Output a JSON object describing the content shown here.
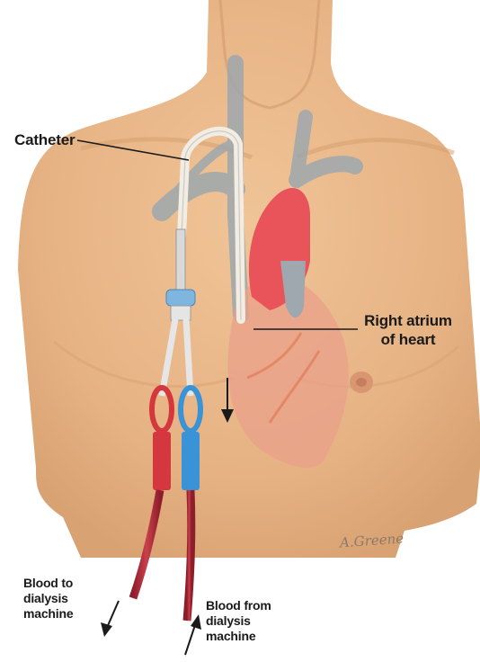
{
  "labels": {
    "catheter": "Catheter",
    "right_atrium": [
      "Right atrium",
      "of heart"
    ],
    "blood_to": [
      "Blood to",
      "dialysis",
      "machine"
    ],
    "blood_from": [
      "Blood from",
      "dialysis",
      "machine"
    ]
  },
  "signature": "A.Greene",
  "colors": {
    "skin": "#eab98a",
    "skin_shadow": "#d9a272",
    "vein": "#9ea8ae",
    "heart": "#e8545a",
    "heart_faded": "#e9a08a",
    "arterial_line": "#d4373d",
    "venous_line": "#3a93d6",
    "tube": "#b52a38",
    "clamp": "#7fb6e0"
  }
}
